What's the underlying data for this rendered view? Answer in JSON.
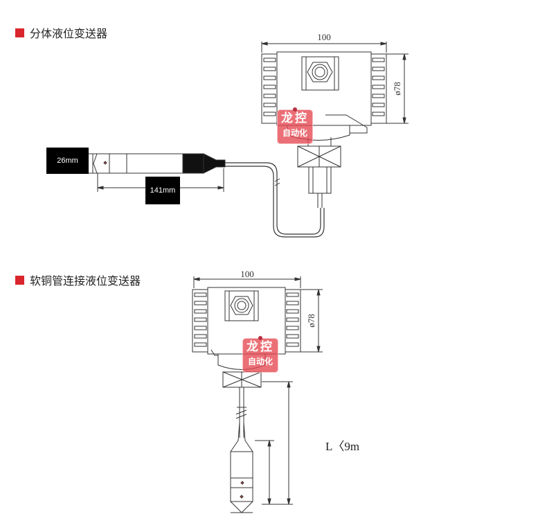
{
  "colors": {
    "marker": "#d9262c",
    "stamp": "#e64650"
  },
  "section1": {
    "title": "分体液位变送器",
    "dim_width": "100",
    "dim_diameter": "ø78",
    "label_height": "26mm",
    "label_length": "141mm"
  },
  "section2": {
    "title": "软铜管连接液位变送器",
    "dim_width": "100",
    "dim_diameter": "ø78",
    "length_label": "L〈9m"
  },
  "stamp": {
    "line1": "龙控",
    "line2": "自动化"
  }
}
